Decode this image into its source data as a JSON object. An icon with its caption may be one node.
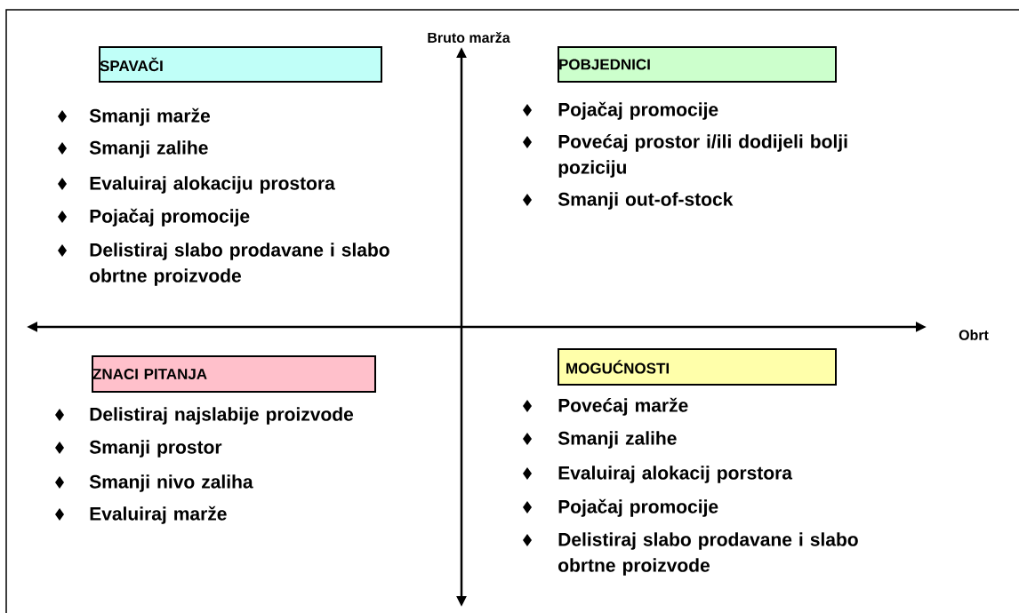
{
  "diagram": {
    "nodes": [
      {
        "text": [
          "SPAVAČI"
        ]
      },
      {
        "text": [
          "POBJEDNICI"
        ]
      },
      {
        "text": [
          "ZNACI PITANJA"
        ]
      },
      {
        "text": [
          "MOGUĆNOSTI"
        ]
      }
    ],
    "labels": [
      "Bruto marža",
      "Smanji marže",
      "Smanji zalihe",
      "Evaluiraj alokaciju prostora",
      "Pojačaj promocije",
      "Delistiraj slabo prodavane i slabo obrtne proizvode",
      "Pojačaj promocije",
      "Povećaj prostor i/ili dodijeli bolji poziciju",
      "Smanji out-of-stock",
      "Obrt",
      "Delistiraj najslabije proizvode",
      "Smanji prostor",
      "Smanji nivo zaliha",
      "Evaluiraj marže",
      "Povećaj marže",
      "Smanji zalihe",
      "Evaluiraj alokacij porstora",
      "Pojačaj promocije",
      "Delistiraj slabo prodavane i slabo obrtne proizvode"
    ]
  }
}
